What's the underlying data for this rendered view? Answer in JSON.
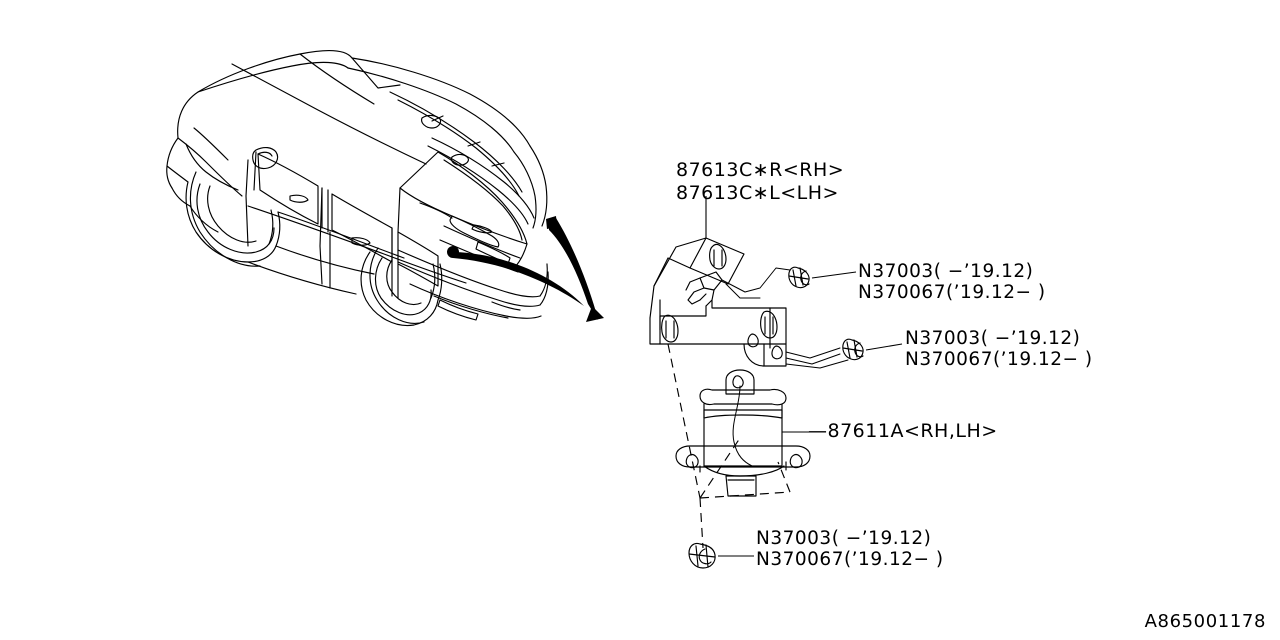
{
  "diagram": {
    "id_code": "A865001178",
    "vehicle_illustration_name": "suv-rear-three-quarter-line-art"
  },
  "labels": {
    "bracket_rh": "87613C∗R<RH>",
    "bracket_lh": "87613C∗L<LH>",
    "fastener_upper_old": "N37003( −’19.12)",
    "fastener_upper_new": "N370067(’19.12− )",
    "fastener_mid_old": "N37003( −’19.12)",
    "fastener_mid_new": "N370067(’19.12− )",
    "sensor_module": "—87611A<RH,LH>",
    "fastener_lower_old": "N37003( −’19.12)",
    "fastener_lower_new": "N370067(’19.12− )"
  },
  "parts": [
    {
      "ref": "87613C*R",
      "label": "87613C∗R<RH>",
      "side": "RH",
      "type": "sensor-bracket"
    },
    {
      "ref": "87613C*L",
      "label": "87613C∗L<LH>",
      "side": "LH",
      "type": "sensor-bracket"
    },
    {
      "ref": "87611A",
      "label": "—87611A<RH,LH>",
      "side": "RH,LH",
      "type": "sensor-module"
    },
    {
      "ref": "N37003",
      "label": "N37003( −’19.12)",
      "type": "nut"
    },
    {
      "ref": "N370067",
      "label": "N370067(’19.12− )",
      "type": "nut"
    }
  ],
  "colors": {
    "line": "#000000",
    "background": "#ffffff"
  }
}
